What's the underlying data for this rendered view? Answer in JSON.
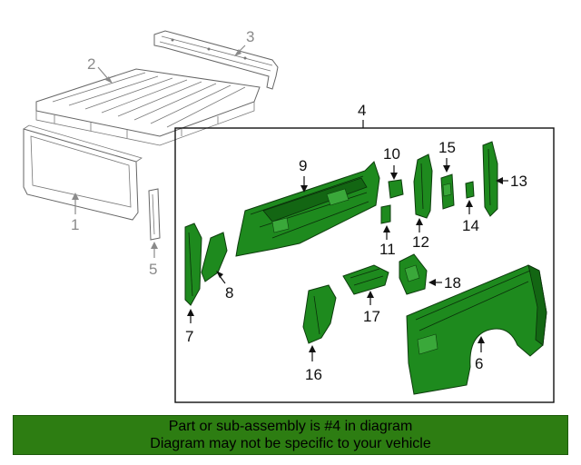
{
  "callouts": {
    "c1": "1",
    "c2": "2",
    "c3": "3",
    "c4": "4",
    "c5": "5",
    "c6": "6",
    "c7": "7",
    "c8": "8",
    "c9": "9",
    "c10": "10",
    "c11": "11",
    "c12": "12",
    "c13": "13",
    "c14": "14",
    "c15": "15",
    "c16": "16",
    "c17": "17",
    "c18": "18"
  },
  "highlight_color": "#1e8a1e",
  "footer": {
    "line1": "Part or sub-assembly is #4 in diagram",
    "line2": "Diagram may not be specific to your vehicle",
    "background": "#2d7d12"
  }
}
